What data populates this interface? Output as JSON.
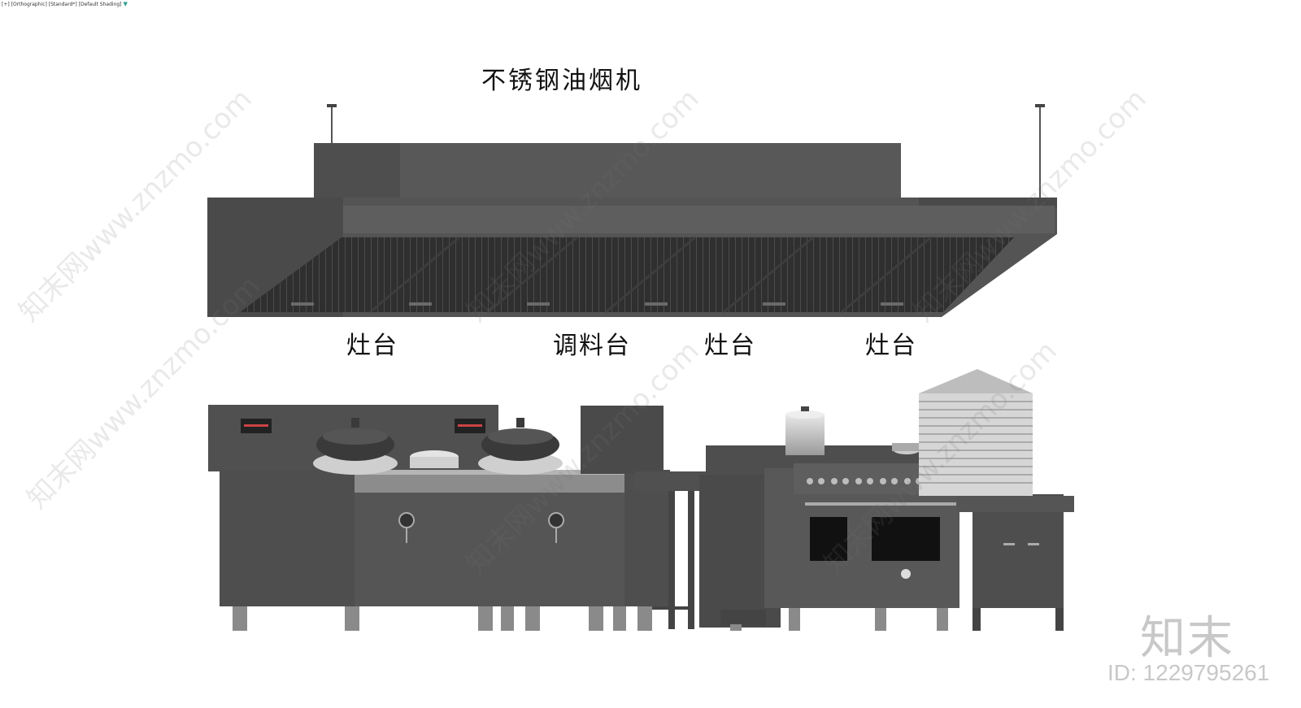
{
  "viewport": {
    "label": "[+] [Orthographic] [Standard*] [Default Shading]",
    "indicator_icon": "filter-triangle-icon"
  },
  "scene": {
    "title": "不锈钢油烟机",
    "station_labels": [
      "灶台",
      "调料台",
      "灶台",
      "灶台"
    ]
  },
  "watermark": {
    "text": "知末网www.znzmo.com"
  },
  "branding": {
    "logo_text": "知末",
    "id_text": "ID: 1229795261"
  },
  "colors": {
    "steel_dark": "#4d4d4d",
    "steel_mid": "#5a5a5a",
    "steel_light": "#9a9a9a",
    "filter_grille": "#2e2e2e",
    "background": "#ffffff"
  }
}
